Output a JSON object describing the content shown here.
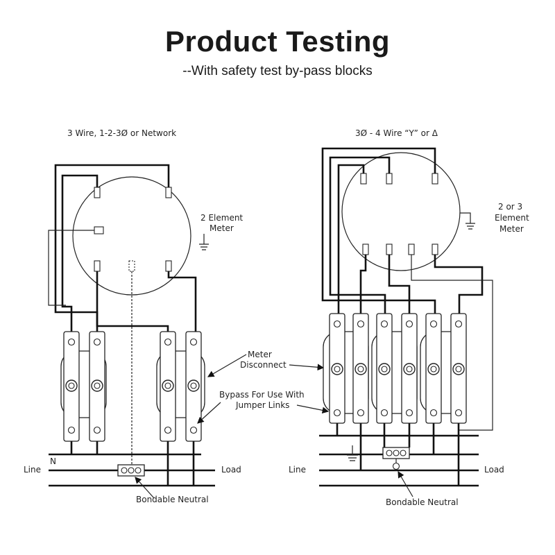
{
  "header": {
    "title": "Product Testing",
    "subtitle": "--With safety test by-pass blocks"
  },
  "left_diagram": {
    "heading": "3 Wire, 1-2-3Ø or Network",
    "meter_label_line1": "2 Element",
    "meter_label_line2": "Meter",
    "line_label": "Line",
    "n_label": "N",
    "load_label": "Load",
    "neutral_label": "Bondable Neutral"
  },
  "callouts": {
    "disconnect_line1": "Meter",
    "disconnect_line2": "Disconnect",
    "bypass_line1": "Bypass For Use With",
    "bypass_line2": "Jumper Links"
  },
  "right_diagram": {
    "heading": "3Ø - 4 Wire “Y” or Δ",
    "meter_label_line1": "2 or 3",
    "meter_label_line2": "Element",
    "meter_label_line3": "Meter",
    "line_label": "Line",
    "load_label": "Load",
    "neutral_label": "Bondable Neutral"
  }
}
